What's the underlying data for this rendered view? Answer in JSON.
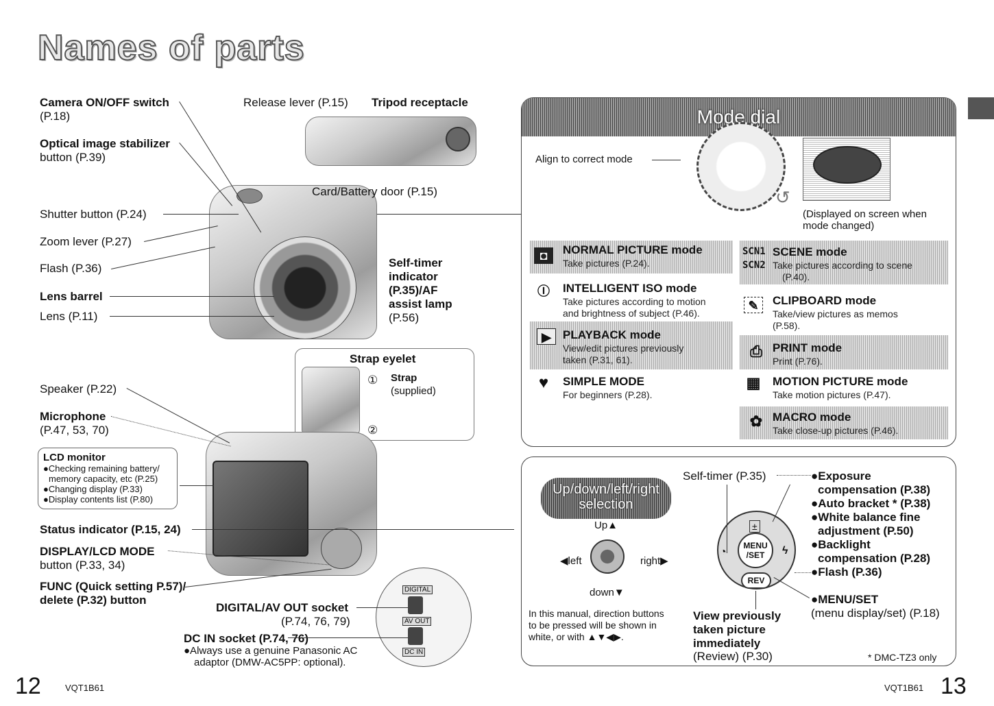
{
  "page_title": "Names of parts",
  "left_labels": {
    "camera_onoff_1": "Camera ON/OFF switch",
    "camera_onoff_2": "(P.18)",
    "ois_1": "Optical image stabilizer",
    "ois_2": "button (P.39)",
    "release_lever": "Release lever (P.15)",
    "tripod": "Tripod receptacle",
    "card_battery": "Card/Battery door (P.15)",
    "shutter": "Shutter button (P.24)",
    "zoom": "Zoom lever (P.27)",
    "flash": "Flash (P.36)",
    "lens_barrel": "Lens barrel",
    "lens": "Lens (P.11)",
    "selftimer_1": "Self-timer",
    "selftimer_2": "indicator",
    "selftimer_3": "(P.35)/AF",
    "selftimer_4": "assist lamp",
    "selftimer_5": "(P.56)",
    "strap_eyelet": "Strap eyelet",
    "strap": "Strap",
    "strap_supplied": "(supplied)",
    "num1": "①",
    "num2": "②",
    "speaker": "Speaker (P.22)",
    "mic_1": "Microphone",
    "mic_2": "(P.47, 53, 70)",
    "lcd_title": "LCD monitor",
    "lcd_1": "●Checking remaining battery/",
    "lcd_2": "memory capacity, etc (P.25)",
    "lcd_3": "●Changing display (P.33)",
    "lcd_4": "●Display contents list (P.80)",
    "status": "Status indicator (P.15, 24)",
    "display_1": "DISPLAY/LCD MODE",
    "display_2": "button (P.33, 34)",
    "func_1": "FUNC (Quick setting P.57)/",
    "func_2": "delete (P.32) button",
    "digital_1": "DIGITAL/AV OUT socket",
    "digital_2": "(P.74, 76, 79)",
    "dcin_1": "DC IN socket (P.74, 76)",
    "dcin_2": "●Always use a genuine Panasonic AC",
    "dcin_3": "adaptor (DMW-AC5PP: optional).",
    "jack_digital": "DIGITAL",
    "jack_avout": "AV OUT",
    "jack_dcin": "DC IN"
  },
  "mode_dial": {
    "banner": "Mode dial",
    "align": "Align to correct mode",
    "displayed_1": "(Displayed on screen when",
    "displayed_2": "mode changed)",
    "modes": [
      {
        "icon": "◘",
        "title": "NORMAL PICTURE mode",
        "d1": "Take pictures (P.24).",
        "d2": ""
      },
      {
        "icon": "Ⓘ",
        "title": "INTELLIGENT ISO mode",
        "d1": "Take pictures according to motion",
        "d2": "and brightness of subject (P.46)."
      },
      {
        "icon": "▶",
        "title": "PLAYBACK mode",
        "d1": "View/edit pictures previously",
        "d2": "taken (P.31, 61)."
      },
      {
        "icon": "♥",
        "title": "SIMPLE MODE",
        "d1": "For beginners (P.28).",
        "d2": ""
      },
      {
        "icon": "SCN1",
        "title": "SCENE mode",
        "d1": "Take pictures according to scene",
        "d2": "(P.40)."
      },
      {
        "icon": "✎",
        "title": "CLIPBOARD mode",
        "d1": "Take/view pictures as memos",
        "d2": "(P.58)."
      },
      {
        "icon": "⎙",
        "title": "PRINT mode",
        "d1": "Print (P.76).",
        "d2": ""
      },
      {
        "icon": "▦",
        "title": "MOTION PICTURE mode",
        "d1": "Take motion pictures (P.47).",
        "d2": ""
      },
      {
        "icon": "✿",
        "title": "MACRO mode",
        "d1": "Take close-up pictures (P.46).",
        "d2": ""
      }
    ],
    "scn2": "SCN2"
  },
  "buttons_panel": {
    "pill_1": "Up/down/left/right",
    "pill_2": "selection",
    "up": "Up▲",
    "left": "◀left",
    "right": "right▶",
    "down": "down▼",
    "note_1": "In this manual, direction buttons",
    "note_2": "to be pressed will be shown in",
    "note_3": "white, or with ▲▼◀▶.",
    "selftimer": "Self-timer (P.35)",
    "exp_1": "●Exposure",
    "exp_2": "compensation (P.38)",
    "auto": "●Auto bracket * (P.38)",
    "wb_1": "●White balance fine",
    "wb_2": "adjustment (P.50)",
    "bl_1": "●Backlight",
    "bl_2": "compensation (P.28)",
    "flash": "●Flash (P.36)",
    "menu_1": "●MENU/SET",
    "menu_2": "(menu display/set) (P.18)",
    "view_1": "View previously",
    "view_2": "taken picture",
    "view_3": "immediately",
    "view_4": "(Review) (P.30)",
    "footnote": "* DMC-TZ3 only",
    "menu_btn_1": "MENU",
    "menu_btn_2": "/SET",
    "rev_btn": "REV"
  },
  "footer": {
    "page_left": "12",
    "code_left": "VQT1B61",
    "code_right": "VQT1B61",
    "page_right": "13"
  }
}
